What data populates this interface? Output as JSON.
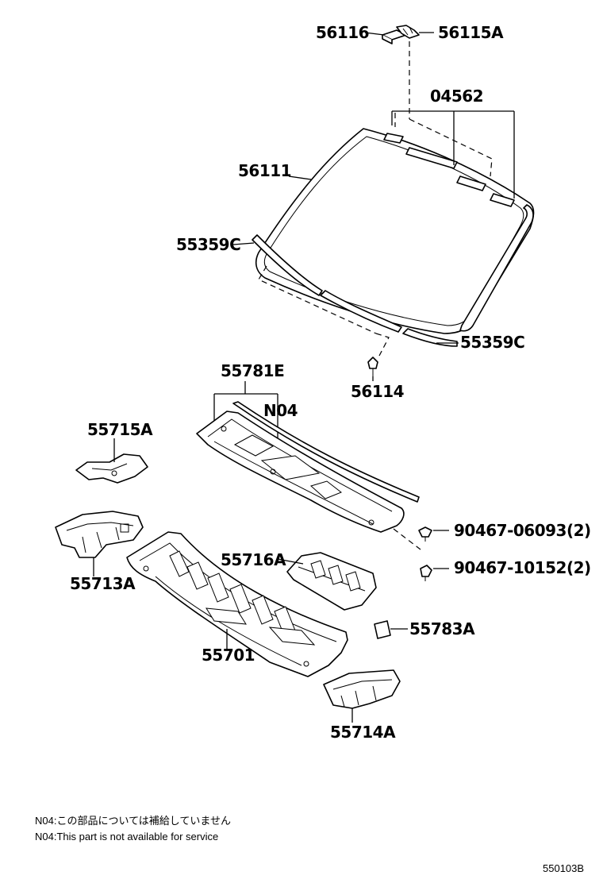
{
  "labels": {
    "p56116": "56116",
    "p56115A": "56115A",
    "p04562": "04562",
    "p56111": "56111",
    "p55359C_left": "55359C",
    "p55359C_right": "55359C",
    "p56114": "56114",
    "p55781E": "55781E",
    "pN04": "N04",
    "p55715A": "55715A",
    "p90467_06093": "90467-06093(2)",
    "p55713A": "55713A",
    "p55716A": "55716A",
    "p90467_10152": "90467-10152(2)",
    "p55783A": "55783A",
    "p55701": "55701",
    "p55714A": "55714A"
  },
  "notes": {
    "jp": "N04:この部品については補給していません",
    "en": "N04:This part is not available for service"
  },
  "diagram_id": "550103B"
}
